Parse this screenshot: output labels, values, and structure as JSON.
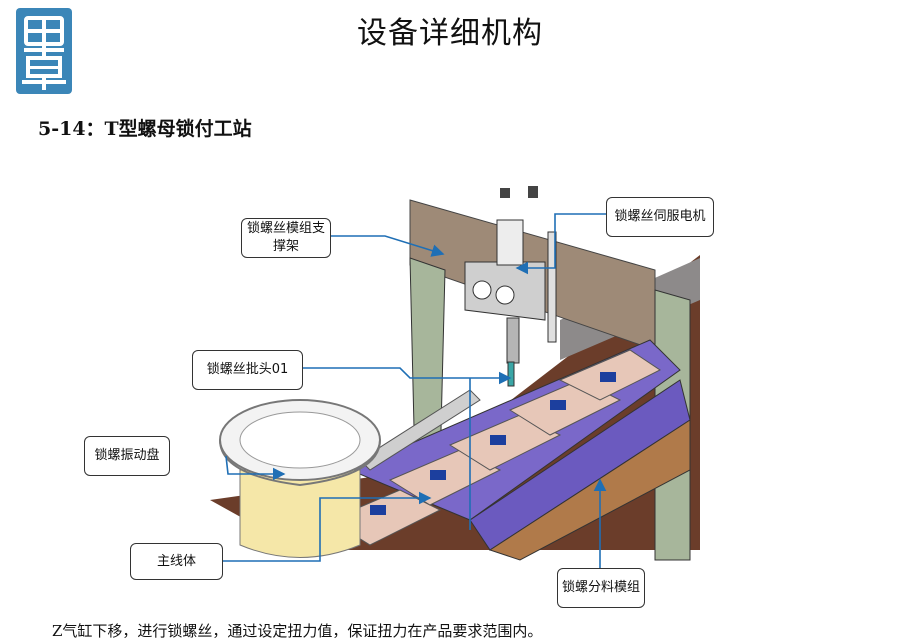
{
  "logo": {
    "text": "思卓",
    "color": "#3b86b8"
  },
  "page": {
    "title": "设备详细机构"
  },
  "section": {
    "heading": "5-14：T型螺母锁付工站"
  },
  "callouts": {
    "support": "锁螺丝模组支撑架",
    "servo": "锁螺丝伺服电机",
    "bit": "锁螺丝批头01",
    "vibration_tray": "锁螺振动盘",
    "main_line": "主线体",
    "distribution": "锁螺分料模组"
  },
  "caption": "Z气缸下移，进行锁螺丝，通过设定扭力值，保证扭力在产品要求范围内。",
  "colors": {
    "arrow": "#1f6fb5",
    "frame": "#9e8a77",
    "pillar": "#a7b69b",
    "rail": "#7a68c9"
  }
}
